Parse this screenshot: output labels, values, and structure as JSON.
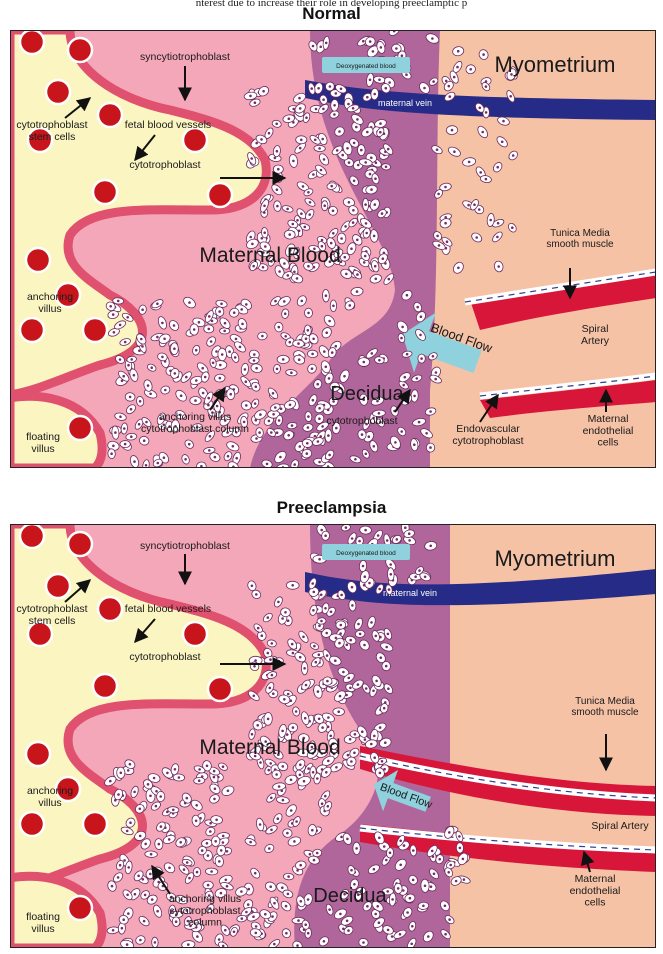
{
  "caption_fragment": "nterest due to increase their role in developing preeclamptic p",
  "panels": [
    {
      "title": "Normal",
      "labels": {
        "myometrium": "Myometrium",
        "deoxygenated": "Deoxygenated blood",
        "maternal_vein": "maternal vein",
        "syncytio": "syncytiotrophoblast",
        "cyto_stem": "cytotrophoblast\nstem cells",
        "fetal_vessels": "fetal blood vessels",
        "cyto_main": "cytotrophoblast",
        "maternal_blood": "Maternal Blood",
        "tunica": "Tunica Media\nsmooth muscle",
        "blood_flow": "Blood Flow",
        "anchoring_villus": "anchoring\nvillus",
        "spiral": "Spiral\nArtery",
        "decidua": "Decidua",
        "cyto_decidua": "cytotrophoblast",
        "floating": "floating\nvillus",
        "column": "anchoring villus\ncytotrophoblast column",
        "endovascular": "Endovascular\ncytotrophoblast",
        "endothelial": "Maternal\nendothelial\ncells"
      }
    },
    {
      "title": "Preeclampsia",
      "labels": {
        "myometrium": "Myometrium",
        "deoxygenated": "Deoxygenated blood",
        "maternal_vein": "maternal vein",
        "syncytio": "syncytiotrophoblast",
        "cyto_stem": "cytotrophoblast\nstem cells",
        "fetal_vessels": "fetal blood vessels",
        "cyto_main": "cytotrophoblast",
        "maternal_blood": "Maternal Blood",
        "tunica": "Tunica Media\nsmooth muscle",
        "blood_flow": "Blood Flow",
        "anchoring_villus": "anchoring\nvillus",
        "spiral": "Spiral Artery",
        "decidua": "Decidua",
        "floating": "floating\nvillus",
        "column": "anchoring villus\ncytotrophoblast\ncolumn",
        "endothelial": "Maternal\nendothelial\ncells"
      }
    }
  ],
  "colors": {
    "maternal_blood": "#f3a7b9",
    "villus_core": "#fbf5c2",
    "syncytio_border": "#e0506f",
    "fetal_vessel": "#c8151b",
    "decidua": "#b0669a",
    "myometrium": "#f6c2a6",
    "vein": "#252b86",
    "artery_wall": "#d8163a",
    "endothelium": "#2c3e8c",
    "flow_arrow": "#8fd1dc"
  }
}
